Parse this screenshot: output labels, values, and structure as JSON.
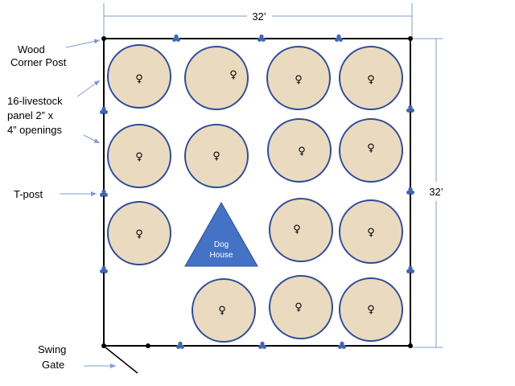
{
  "labels": {
    "wood_corner_post": [
      "Wood",
      "Corner Post"
    ],
    "livestock_panel": [
      "16-livestock",
      "panel 2” x",
      "4” openings"
    ],
    "t_post": "T-post",
    "swing_gate": [
      "Swing",
      "Gate"
    ]
  },
  "dimensions": {
    "width": "32’",
    "height": "32’"
  },
  "dog_house": [
    "Dog",
    "House"
  ],
  "plant_symbol": "♀",
  "colors": {
    "circle_fill": "#eadbc0",
    "circle_stroke": "#2e4d96",
    "fence": "#000000",
    "t_post": "#3f67b1",
    "dog_house": "#4472c4",
    "dimension_line": "#7f9ccf",
    "arrow": "#7f9ccf"
  },
  "icons": {
    "t_post": "t-post-clover-icon",
    "wood_post": "wood-corner-post-dot-icon",
    "plant": "female-symbol-icon"
  }
}
